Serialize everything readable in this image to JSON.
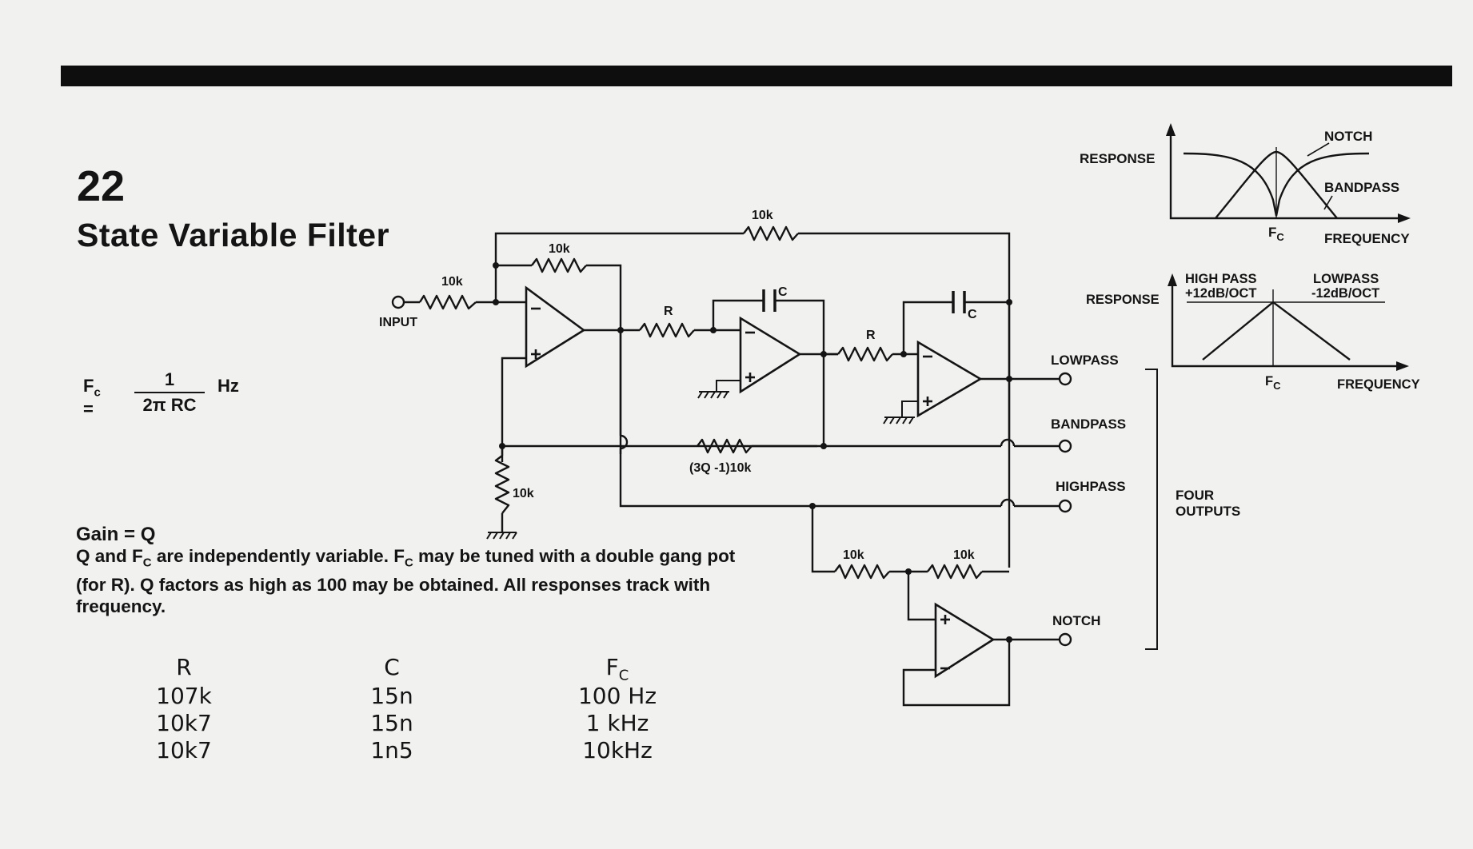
{
  "header": {
    "number": "22",
    "title": "State Variable Filter"
  },
  "formula": {
    "lhs": "F",
    "lhs_sub": "c",
    "equals": "=",
    "numerator": "1",
    "denominator": "2π RC",
    "unit": "Hz"
  },
  "description": {
    "gain": "Gain = Q",
    "p1": "Q and F",
    "p1_sub": "C",
    "p2": " are independently variable. F",
    "p2_sub": "C",
    "p3": " may be tuned with a double gang pot (for R). Q factors as high as 100 may be obtained. All responses track with frequency."
  },
  "component_table": {
    "headers": [
      {
        "label": "R",
        "sub": ""
      },
      {
        "label": "C",
        "sub": ""
      },
      {
        "label": "F",
        "sub": "C"
      }
    ],
    "rows": [
      [
        "107k",
        "15n",
        "100 Hz"
      ],
      [
        "10k7",
        "15n",
        "1 kHz"
      ],
      [
        "10k7",
        "1n5",
        "10kHz"
      ]
    ]
  },
  "schematic": {
    "input_label": "INPUT",
    "r_input": "10k",
    "r_feedback_inner": "10k",
    "r_feedback_outer": "10k",
    "r_integrator_1": "R",
    "r_integrator_2": "R",
    "c_integrator_1": "C",
    "c_integrator_2": "C",
    "r_q": "(3Q -1)10k",
    "r_ground": "10k",
    "r_notch_1": "10k",
    "r_notch_2": "10k",
    "outputs": [
      "LOWPASS",
      "BANDPASS",
      "HIGHPASS",
      "NOTCH"
    ],
    "outputs_group": [
      "FOUR",
      "OUTPUTS"
    ]
  },
  "response_graph_1": {
    "y_label": "RESPONSE",
    "x_label": "FREQUENCY",
    "center_label": "F",
    "center_sub": "C",
    "curve_labels": [
      "NOTCH",
      "BANDPASS"
    ]
  },
  "response_graph_2": {
    "y_label": "RESPONSE",
    "x_label": "FREQUENCY",
    "center_label": "F",
    "center_sub": "C",
    "high_pass": [
      "HIGH PASS",
      "+12dB/OCT"
    ],
    "low_pass": [
      "LOWPASS",
      "-12dB/OCT"
    ]
  }
}
